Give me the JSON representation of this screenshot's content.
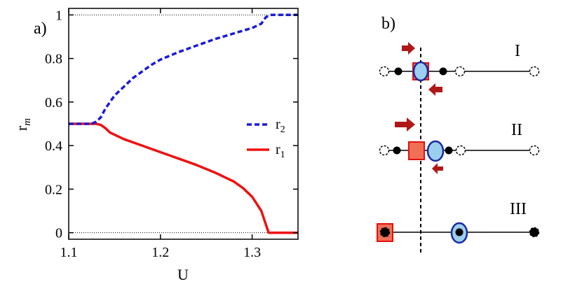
{
  "panel_a": {
    "label": "a)",
    "colors": {
      "r2": "#1a1adb",
      "r1": "#ee1111"
    },
    "chart_data": {
      "type": "line",
      "xlabel": "U",
      "ylabel": "r",
      "ylabel_subscript": "m",
      "xlim": [
        1.1,
        1.35
      ],
      "ylim": [
        -0.03,
        1.03
      ],
      "xticks": [
        1.1,
        1.2,
        1.3
      ],
      "xtick_labels": [
        "1.1",
        "1.2",
        "1.3"
      ],
      "yticks": [
        0,
        0.2,
        0.4,
        0.6,
        0.8,
        1
      ],
      "ytick_labels": [
        "0",
        "0.2",
        "0.4",
        "0.6",
        "0.8",
        "1"
      ],
      "reference_lines_y": [
        0,
        1
      ],
      "legend_position": "center-right",
      "series": [
        {
          "name": "r",
          "name_subscript": "2",
          "style": "dashed",
          "x": [
            1.1,
            1.125,
            1.13,
            1.135,
            1.14,
            1.145,
            1.15,
            1.16,
            1.17,
            1.18,
            1.19,
            1.2,
            1.22,
            1.24,
            1.26,
            1.28,
            1.3,
            1.31,
            1.315,
            1.32,
            1.33,
            1.35
          ],
          "y": [
            0.5,
            0.5,
            0.51,
            0.53,
            0.57,
            0.6,
            0.63,
            0.67,
            0.71,
            0.74,
            0.77,
            0.795,
            0.83,
            0.86,
            0.89,
            0.915,
            0.94,
            0.96,
            0.99,
            1.0,
            1.0,
            1.0
          ]
        },
        {
          "name": "r",
          "name_subscript": "1",
          "style": "solid",
          "x": [
            1.1,
            1.13,
            1.135,
            1.14,
            1.145,
            1.15,
            1.16,
            1.18,
            1.2,
            1.22,
            1.24,
            1.26,
            1.28,
            1.29,
            1.3,
            1.31,
            1.318,
            1.325,
            1.35
          ],
          "y": [
            0.5,
            0.5,
            0.495,
            0.48,
            0.46,
            0.45,
            0.43,
            0.4,
            0.37,
            0.34,
            0.31,
            0.275,
            0.235,
            0.205,
            0.165,
            0.1,
            0.0,
            0.0,
            0.0
          ]
        }
      ]
    }
  },
  "panel_b": {
    "label": "b)",
    "colors": {
      "arrow": "#b01818",
      "square_fill": "#f07055",
      "square_stroke": "#e01010",
      "ellipse_fill": "#9ccfee",
      "ellipse_stroke": "#1a2aa0"
    },
    "rows": [
      {
        "label": "I"
      },
      {
        "label": "II"
      },
      {
        "label": "III"
      }
    ]
  }
}
